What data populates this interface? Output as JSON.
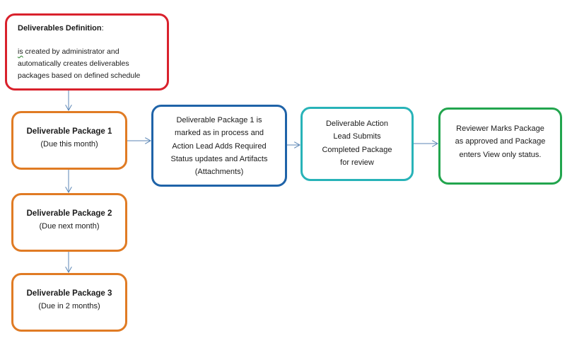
{
  "definition": {
    "title": "Deliverables Definition",
    "title_colon": ":",
    "desc_prefix": "is",
    "desc_rest": " created by administrator and automatically creates deliverables packages based on defined schedule"
  },
  "packages": [
    {
      "title": "Deliverable Package 1",
      "due": "(Due this month)"
    },
    {
      "title": "Deliverable Package 2",
      "due": "(Due next month)"
    },
    {
      "title": "Deliverable Package 3",
      "due": "(Due in 2 months)"
    }
  ],
  "steps": [
    {
      "lines": [
        "Deliverable Package 1 is",
        "marked as in process and",
        "Action Lead Adds Required",
        "Status updates and Artifacts",
        "(Attachments)"
      ]
    },
    {
      "lines": [
        "Deliverable Action",
        "Lead Submits",
        "Completed Package",
        "for review"
      ]
    },
    {
      "lines": [
        "Reviewer Marks Package",
        "as approved and Package",
        "enters View only status."
      ]
    }
  ],
  "colors": {
    "definition_border": "#d9212c",
    "package_border": "#e07b24",
    "step1_border": "#1f63a8",
    "step2_border": "#28b3b8",
    "step3_border": "#22a54e",
    "arrow": "#5b86b5"
  }
}
